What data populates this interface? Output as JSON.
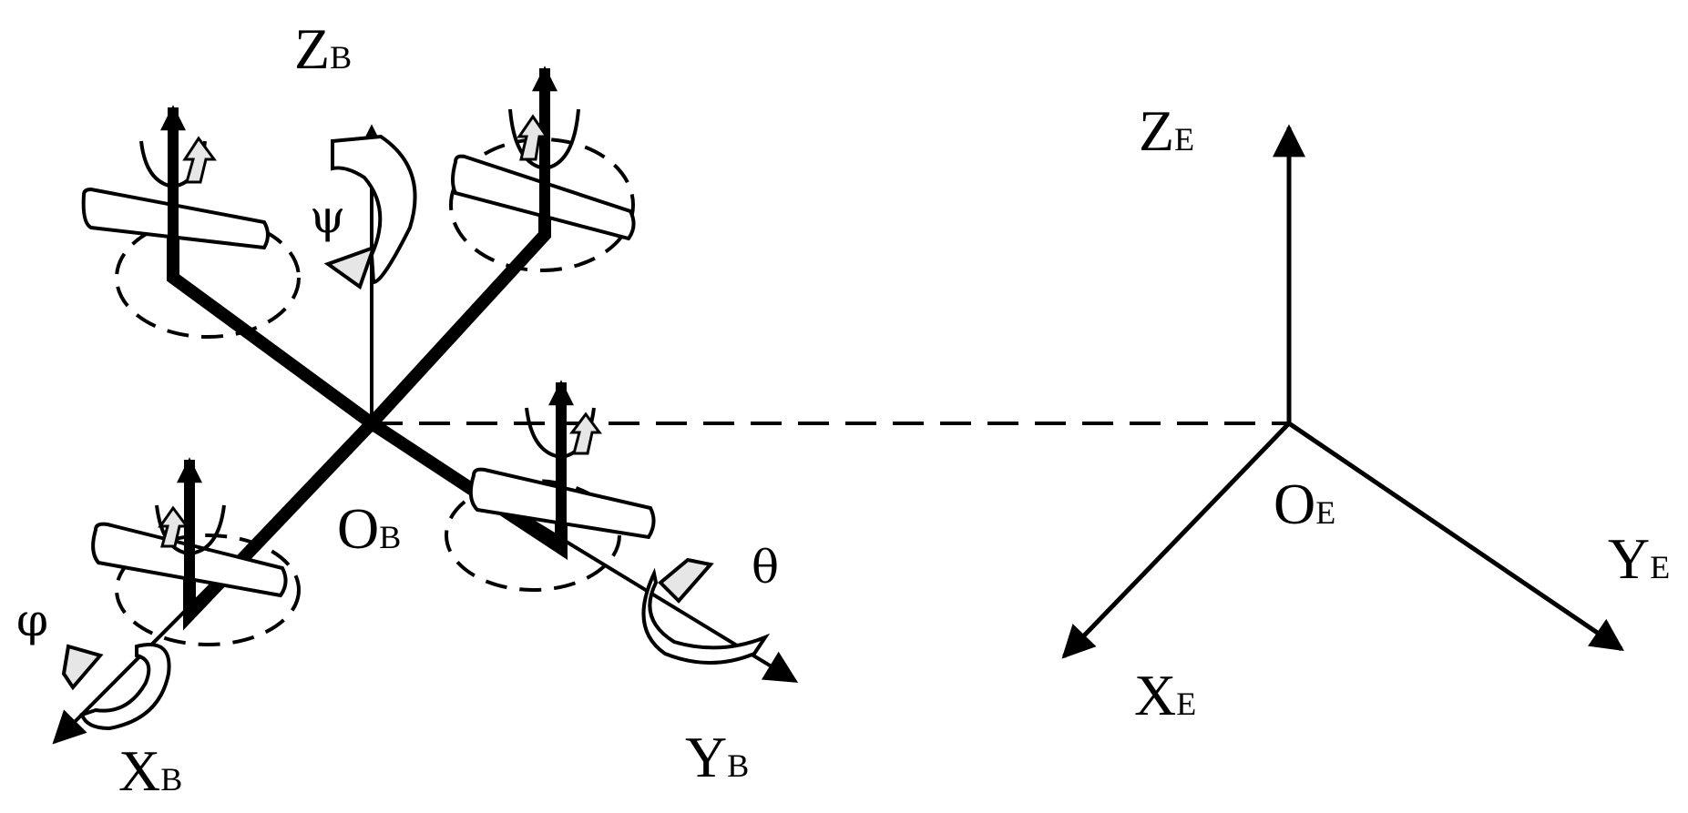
{
  "colors": {
    "stroke": "#000000",
    "background": "#ffffff",
    "rotation_arrow_fill": "#e6e6e6"
  },
  "body_frame": {
    "origin": {
      "main": "O",
      "sub": "B"
    },
    "x_axis": {
      "main": "X",
      "sub": "B"
    },
    "y_axis": {
      "main": "Y",
      "sub": "B"
    },
    "z_axis": {
      "main": "Z",
      "sub": "B"
    }
  },
  "earth_frame": {
    "origin": {
      "main": "O",
      "sub": "E"
    },
    "x_axis": {
      "main": "X",
      "sub": "E"
    },
    "y_axis": {
      "main": "Y",
      "sub": "E"
    },
    "z_axis": {
      "main": "Z",
      "sub": "E"
    }
  },
  "angles": {
    "roll": "φ",
    "pitch": "θ",
    "yaw": "ψ"
  },
  "icons": [
    "rotor-icon",
    "thrust-arrow-icon",
    "rotation-arrow-icon"
  ]
}
